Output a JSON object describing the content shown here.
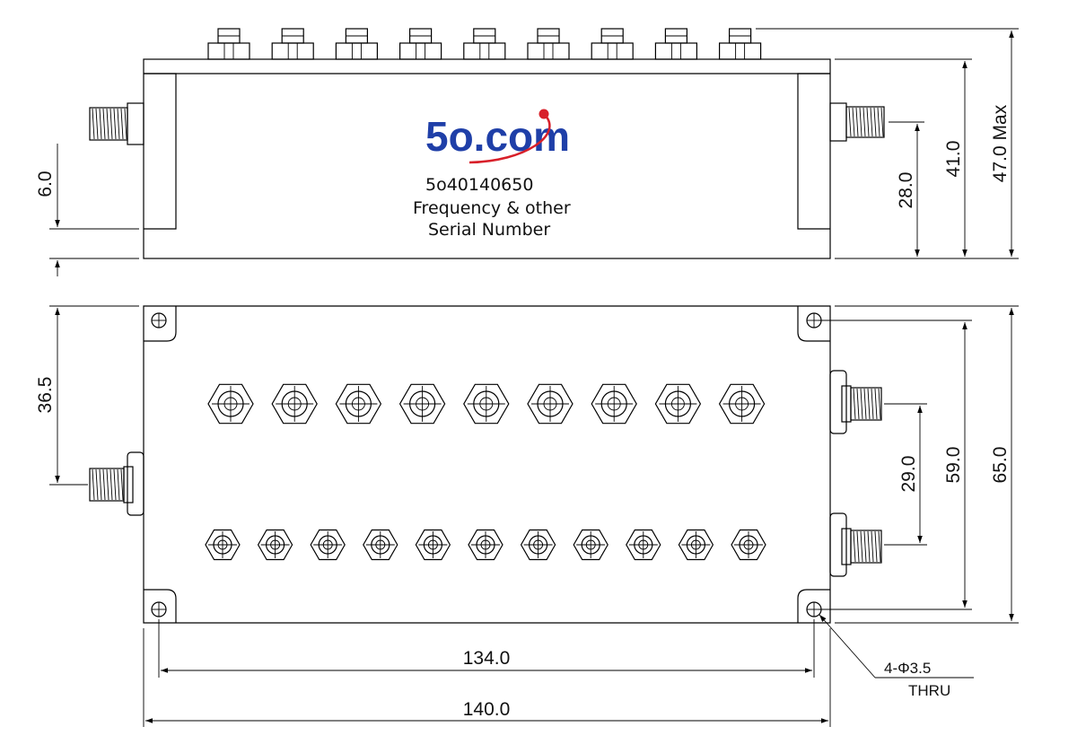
{
  "brand": {
    "logo_text": "5o.com",
    "logo_color": "#1f3fa8",
    "accent_color": "#d8202a"
  },
  "labels": {
    "model": "5o40140650",
    "line2": "Frequency & other",
    "line3": "Serial Number"
  },
  "dimensions": {
    "top_left_height": "6.0",
    "top_port_height": "28.0",
    "top_body_height": "41.0",
    "top_max_height": "47.0 Max",
    "left_port_offset": "36.5",
    "right_port_spacing": "29.0",
    "right_port_span": "59.0",
    "body_width_total": "65.0",
    "hole_spacing": "134.0",
    "overall_length": "140.0",
    "hole_spec": "4-Φ3.5",
    "hole_spec_2": "THRU"
  },
  "counts": {
    "top_connectors": 9,
    "large_nuts": 9,
    "small_nuts": 11
  }
}
